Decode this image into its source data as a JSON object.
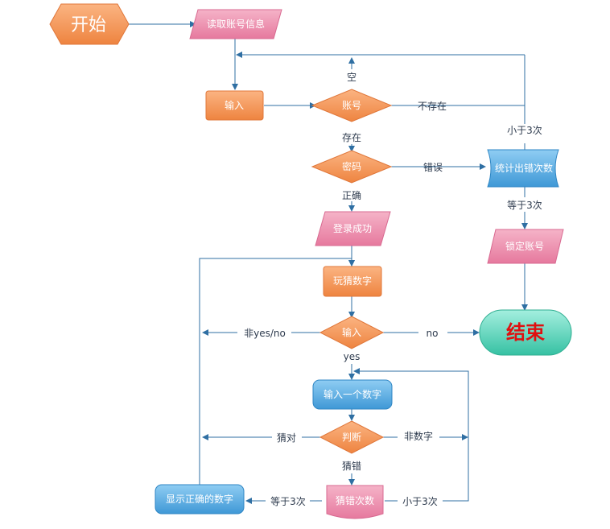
{
  "nodes": {
    "start": "开始",
    "read_account": "读取账号信息",
    "input1": "输入",
    "account_decision": "账号",
    "password_decision": "密码",
    "count_errors": "统计出错次数",
    "lock_account": "锁定账号",
    "login_success": "登录成功",
    "play_guess": "玩猜数字",
    "input2": "输入",
    "end": "结束",
    "input_number": "输入一个数字",
    "judge": "判断",
    "guess_wrong_count": "猜错次数",
    "show_correct": "显示正确的数字"
  },
  "edges": {
    "empty": "空",
    "not_exist": "不存在",
    "exist": "存在",
    "wrong": "错误",
    "correct": "正确",
    "less_than_3": "小于3次",
    "equal_3": "等于3次",
    "not_yes_no": "非yes/no",
    "no": "no",
    "yes": "yes",
    "guess_right": "猜对",
    "not_number": "非数字",
    "guess_wrong": "猜错",
    "equal_3b": "等于3次",
    "less_than_3b": "小于3次"
  },
  "colors": {
    "orange": "#f39a5b",
    "pink": "#ec8fae",
    "blue": "#5aaee3",
    "teal": "#4fd1b8",
    "line": "#2f6fa3"
  }
}
